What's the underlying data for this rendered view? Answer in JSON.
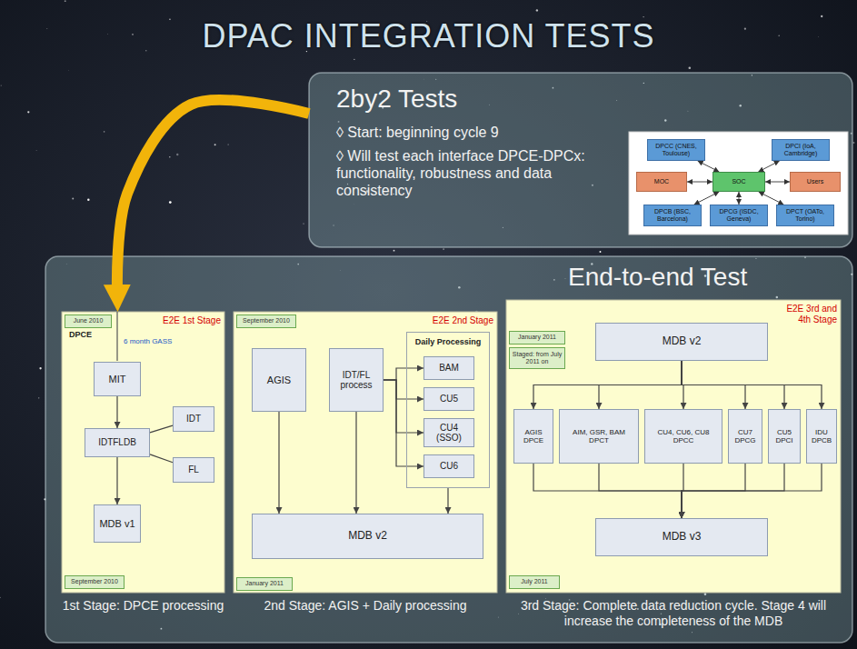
{
  "diagram": {
    "title": "DPAC INTEGRATION TESTS",
    "nodes": [
      {
        "text": [
          "2by2 Tests",
          "◊ Start: beginning cycle 9",
          "◊ Will test each interface DPCE-DPCx: functionality, robustness and data consistency"
        ]
      },
      {
        "text": [
          "DPCC (CNES, Toulouse)"
        ],
        "in": 0
      },
      {
        "text": [
          "DPCI (IoA, Cambridge)"
        ],
        "in": 0
      },
      {
        "text": [
          "MOC"
        ],
        "in": 0
      },
      {
        "text": [
          "SOC"
        ],
        "in": 0
      },
      {
        "text": [
          "Users"
        ],
        "in": 0
      },
      {
        "text": [
          "DPCB (BSC, Barcelona)"
        ],
        "in": 0
      },
      {
        "text": [
          "DPCG (ISDC, Geneva)"
        ],
        "in": 0
      },
      {
        "text": [
          "DPCT (OATo, Torino)"
        ],
        "in": 0
      },
      {
        "text": [
          "End-to-end Test"
        ]
      },
      {
        "text": [
          "E2E 1st Stage",
          "DPCE"
        ],
        "in": 9
      },
      {
        "text": [
          "June 2010"
        ],
        "in": 10
      },
      {
        "text": [
          "MIT"
        ],
        "in": 10
      },
      {
        "text": [
          "IDTFLDB"
        ],
        "in": 10
      },
      {
        "text": [
          "IDT"
        ],
        "in": 10
      },
      {
        "text": [
          "FL"
        ],
        "in": 10
      },
      {
        "text": [
          "MDB v1"
        ],
        "in": 10
      },
      {
        "text": [
          "September 2010"
        ],
        "in": 10
      },
      {
        "text": [
          "E2E 2nd Stage"
        ],
        "in": 9
      },
      {
        "text": [
          "September 2010"
        ],
        "in": 18
      },
      {
        "text": [
          "AGIS"
        ],
        "in": 18
      },
      {
        "text": [
          "IDT/FL process"
        ],
        "in": 18
      },
      {
        "text": [
          "Daily Processing"
        ],
        "in": 18
      },
      {
        "text": [
          "BAM"
        ],
        "in": 22
      },
      {
        "text": [
          "CU5"
        ],
        "in": 22
      },
      {
        "text": [
          "CU4 (SSO)"
        ],
        "in": 22
      },
      {
        "text": [
          "CU6"
        ],
        "in": 22
      },
      {
        "text": [
          "MDB v2"
        ],
        "in": 18
      },
      {
        "text": [
          "January 2011"
        ],
        "in": 18
      },
      {
        "text": [
          "E2E 3rd and 4th Stage"
        ],
        "in": 9
      },
      {
        "text": [
          "January 2011"
        ],
        "in": 29
      },
      {
        "text": [
          "Staged: from July 2011 on"
        ],
        "in": 29
      },
      {
        "text": [
          "MDB v2"
        ],
        "in": 29
      },
      {
        "text": [
          "AGIS",
          "DPCE"
        ],
        "in": 29
      },
      {
        "text": [
          "AIM, GSR, BAM",
          "DPCT"
        ],
        "in": 29
      },
      {
        "text": [
          "CU4, CU6, CU8",
          "DPCC"
        ],
        "in": 29
      },
      {
        "text": [
          "CU7",
          "DPCG"
        ],
        "in": 29
      },
      {
        "text": [
          "CU5",
          "DPCI"
        ],
        "in": 29
      },
      {
        "text": [
          "IDU",
          "DPCB"
        ],
        "in": 29
      },
      {
        "text": [
          "MDB v3"
        ],
        "in": 29
      },
      {
        "text": [
          "July 2011"
        ],
        "in": 29
      }
    ],
    "edges": [
      {
        "from": 4,
        "to": 1,
        "arrow": "both"
      },
      {
        "from": 4,
        "to": 2,
        "arrow": "both"
      },
      {
        "from": 3,
        "to": 4,
        "arrow": "both"
      },
      {
        "from": 4,
        "to": 5,
        "arrow": "both"
      },
      {
        "from": 4,
        "to": 6,
        "arrow": "both"
      },
      {
        "from": 4,
        "to": 7,
        "arrow": "both"
      },
      {
        "from": 4,
        "to": 8,
        "arrow": "both"
      },
      {
        "from": 0,
        "to": 10,
        "arrow": "to"
      },
      {
        "from": 12,
        "to": 13,
        "arrow": "to"
      },
      {
        "from": 13,
        "to": 14,
        "arrow": "none"
      },
      {
        "from": 13,
        "to": 15,
        "arrow": "none"
      },
      {
        "from": 13,
        "to": 16,
        "arrow": "to"
      },
      {
        "from": 20,
        "to": 27,
        "arrow": "to"
      },
      {
        "from": 21,
        "to": 27,
        "arrow": "to"
      },
      {
        "from": 21,
        "to": 23,
        "arrow": "to"
      },
      {
        "from": 21,
        "to": 24,
        "arrow": "to"
      },
      {
        "from": 21,
        "to": 25,
        "arrow": "to"
      },
      {
        "from": 21,
        "to": 26,
        "arrow": "to"
      },
      {
        "from": 22,
        "to": 27,
        "arrow": "to"
      },
      {
        "from": 32,
        "to": 33,
        "arrow": "to"
      },
      {
        "from": 32,
        "to": 34,
        "arrow": "to"
      },
      {
        "from": 32,
        "to": 35,
        "arrow": "to"
      },
      {
        "from": 32,
        "to": 36,
        "arrow": "to"
      },
      {
        "from": 32,
        "to": 37,
        "arrow": "to"
      },
      {
        "from": 32,
        "to": 38,
        "arrow": "to"
      },
      {
        "from": 33,
        "to": 39,
        "arrow": "to"
      },
      {
        "from": 34,
        "to": 39,
        "arrow": "to"
      },
      {
        "from": 35,
        "to": 39,
        "arrow": "to"
      },
      {
        "from": 36,
        "to": 39,
        "arrow": "to"
      },
      {
        "from": 37,
        "to": 39,
        "arrow": "to"
      },
      {
        "from": 38,
        "to": 39,
        "arrow": "to"
      }
    ],
    "labels": [
      "6 month GASS",
      "1st Stage: DPCE processing",
      "2nd Stage: AGIS + Daily processing",
      "3rd Stage: Complete data reduction cycle. Stage 4 will increase the completeness of the MDB"
    ]
  }
}
